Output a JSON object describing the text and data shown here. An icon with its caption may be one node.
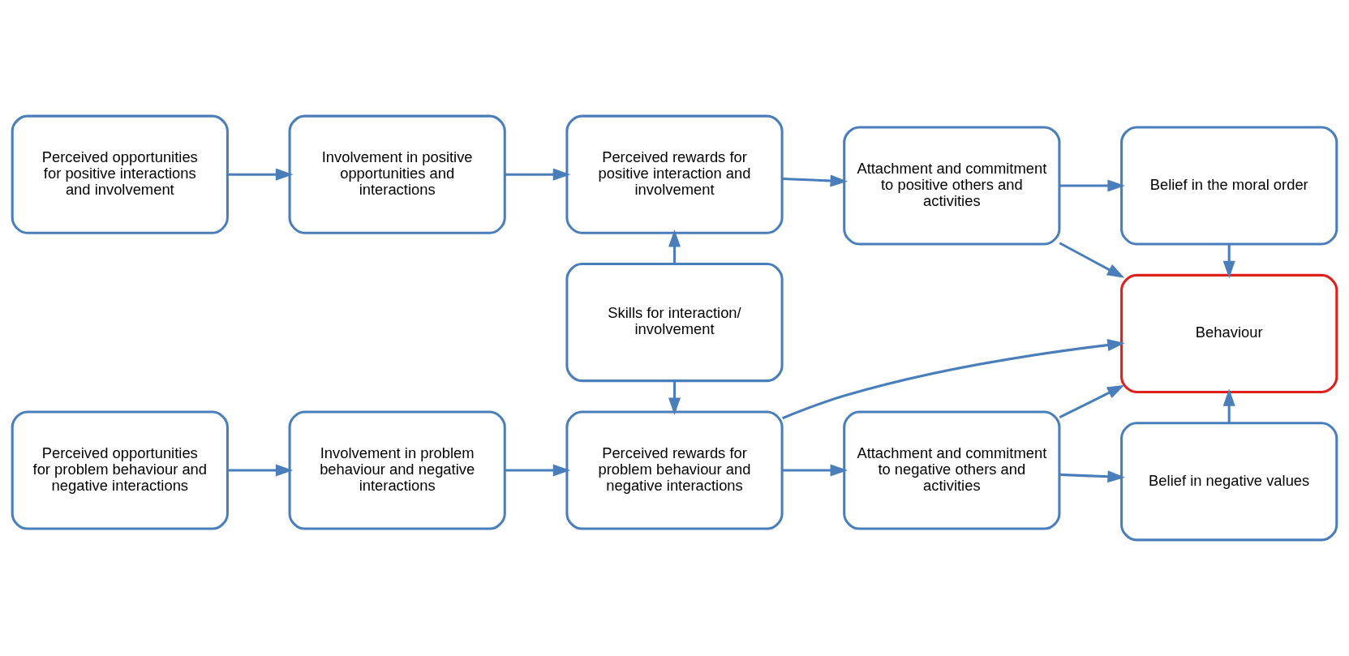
{
  "diagram": {
    "nodes": [
      {
        "text": [
          "Perceived opportunities for positive interactions and involvement"
        ]
      },
      {
        "text": [
          "Involvement in positive opportunities and interactions"
        ]
      },
      {
        "text": [
          "Perceived rewards for positive interaction and involvement"
        ]
      },
      {
        "text": [
          "Attachment and commitment to positive others and activities"
        ]
      },
      {
        "text": [
          "Belief in the moral order"
        ]
      },
      {
        "text": [
          "Skills for interaction/ involvement"
        ]
      },
      {
        "text": [
          "Behaviour"
        ]
      },
      {
        "text": [
          "Perceived opportunities for problem behaviour and negative interactions"
        ]
      },
      {
        "text": [
          "Involvement in problem behaviour and negative interactions"
        ]
      },
      {
        "text": [
          "Perceived rewards for problem behaviour and negative interactions"
        ]
      },
      {
        "text": [
          "Attachment and commitment to negative others and activities"
        ]
      },
      {
        "text": [
          "Belief in negative values"
        ]
      }
    ],
    "edges": [
      {
        "from": 0,
        "to": 1,
        "arrow": "to"
      },
      {
        "from": 1,
        "to": 2,
        "arrow": "to"
      },
      {
        "from": 2,
        "to": 3,
        "arrow": "to"
      },
      {
        "from": 3,
        "to": 4,
        "arrow": "to"
      },
      {
        "from": 5,
        "to": 2,
        "arrow": "to"
      },
      {
        "from": 5,
        "to": 9,
        "arrow": "to"
      },
      {
        "from": 3,
        "to": 6,
        "arrow": "to"
      },
      {
        "from": 4,
        "to": 6,
        "arrow": "to"
      },
      {
        "from": 9,
        "to": 6,
        "arrow": "to"
      },
      {
        "from": 10,
        "to": 6,
        "arrow": "to"
      },
      {
        "from": 11,
        "to": 6,
        "arrow": "to"
      },
      {
        "from": 7,
        "to": 8,
        "arrow": "to"
      },
      {
        "from": 8,
        "to": 9,
        "arrow": "to"
      },
      {
        "from": 9,
        "to": 10,
        "arrow": "to"
      },
      {
        "from": 10,
        "to": 11,
        "arrow": "to"
      }
    ]
  }
}
